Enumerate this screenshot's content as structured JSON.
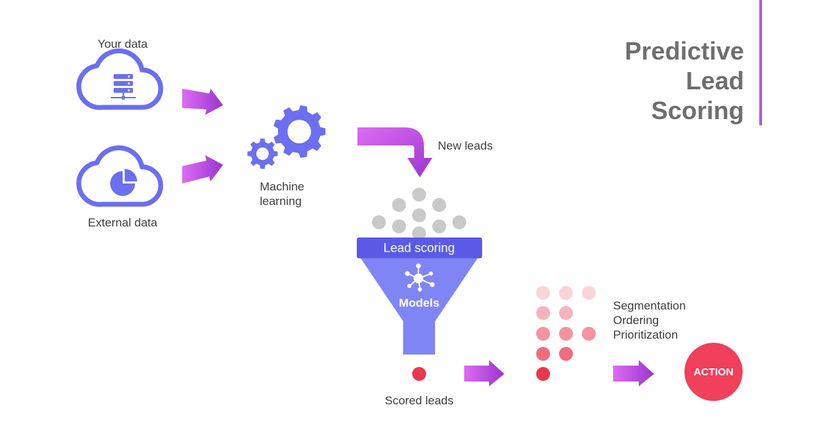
{
  "title": {
    "lines": [
      "Predictive",
      "Lead",
      "Scoring"
    ]
  },
  "labels": {
    "your_data": "Your data",
    "external_data": "External data",
    "machine_learning": [
      "Machine",
      "learning"
    ],
    "new_leads": "New leads",
    "lead_scoring": "Lead scoring",
    "models": "Models",
    "scored_leads": "Scored leads",
    "segmentation": [
      "Segmentation",
      "Ordering",
      "Prioritization"
    ],
    "action": "ACTION"
  },
  "icons": {
    "your_data": "cloud-server-icon",
    "external_data": "cloud-pie-chart-icon",
    "machine_learning": "gears-icon",
    "models": "network-nodes-icon"
  },
  "colors": {
    "cloud_stroke": "#6b6ff0",
    "arrow_start": "#dd6cf2",
    "arrow_end": "#9b35cf",
    "funnel_top": "#5a5ae6",
    "funnel_body": "#7f85f5",
    "lead_dot": "#c9c9c9",
    "scored_dot": "#e8384f",
    "action_circle": "#f0405c",
    "title_bar": "#b15ce0",
    "text": "#3d3d3d",
    "title_text": "#6e6e6e"
  }
}
